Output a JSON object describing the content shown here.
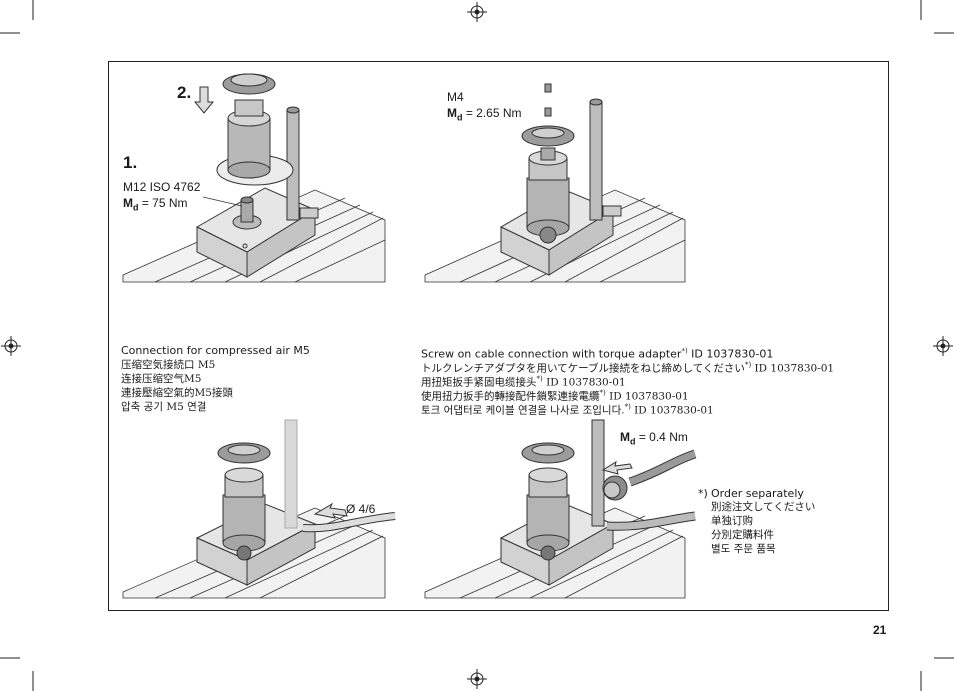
{
  "page_number": "21",
  "panel1": {
    "step1": "1.",
    "step2": "2.",
    "bolt_spec": "M12 ISO 4762",
    "torque_label": "M",
    "torque_sub": "d",
    "torque_value": " = 75 Nm"
  },
  "panel2": {
    "screw_spec": "M4",
    "torque_label": "M",
    "torque_sub": "d",
    "torque_value": " = 2.65 Nm"
  },
  "panel3": {
    "lines": [
      "Connection for compressed air M5",
      "压缩空気接続口 M5",
      "连接压缩空气M5",
      "連接壓縮空氣的M5接頭",
      "압축 공기 M5 연결"
    ],
    "hose_diameter": "Ø 4/6"
  },
  "panel4": {
    "line_en": "Screw on cable connection with torque adapter",
    "line_en_sup": "*)",
    "line_en_id": " ID 1037830-01",
    "line_ja": "トルクレンチアダプタを用いてケーブル接続をねじ締めしてください",
    "line_ja_sup": "*)",
    "line_ja_id": "  ID 1037830-01",
    "line_zh": "用扭矩扳手紧固电缆接头",
    "line_zh_sup": "*)",
    "line_zh_id": "  ID 1037830-01",
    "line_tw": "使用扭力扳手的轉接配件鎖緊連接電纜",
    "line_tw_sup": "*)",
    "line_tw_id": "  ID 1037830-01",
    "line_ko": "토크 어댑터로 케이블 연결을 나사로 조입니다.",
    "line_ko_sup": "*)",
    "line_ko_id": " ID 1037830-01",
    "torque_label": "M",
    "torque_sub": "d",
    "torque_value": " = 0.4 Nm",
    "footnote_mark": "*)",
    "footnote": [
      "Order separately",
      "別途注文してください",
      "单独订购",
      "分別定購料件",
      "별도 주문 품목"
    ]
  }
}
